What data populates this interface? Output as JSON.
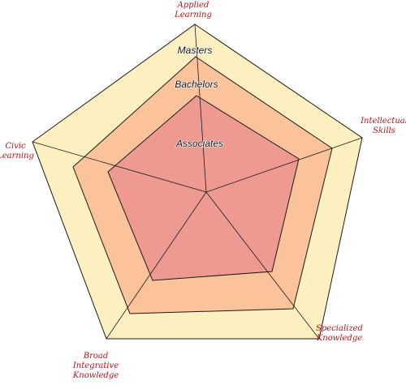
{
  "diagram": {
    "levels": [
      {
        "name": "Masters",
        "fill": "#fdf0c0"
      },
      {
        "name": "Bachelors",
        "fill": "#fbc39c"
      },
      {
        "name": "Associates",
        "fill": "#ef9a90"
      }
    ],
    "axes": [
      {
        "label_lines": [
          "Applied",
          "Learning"
        ]
      },
      {
        "label_lines": [
          "Intellectual",
          "Skills"
        ]
      },
      {
        "label_lines": [
          "Specialized",
          "Knowledge"
        ]
      },
      {
        "label_lines": [
          "Broad",
          "Integrative",
          "Knowledge"
        ]
      },
      {
        "label_lines": [
          "Civic",
          "Learning"
        ]
      }
    ],
    "colors": {
      "outline": "#1a1a1a",
      "axis_label": "#c0101a"
    }
  }
}
